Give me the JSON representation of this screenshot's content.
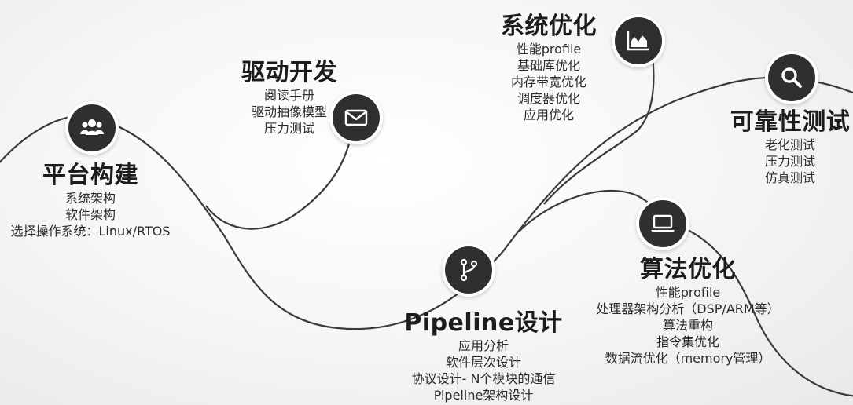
{
  "nodes": [
    {
      "id": "platform",
      "icon": "users-icon",
      "title": "平台构建",
      "items": [
        "系统架构",
        "软件架构",
        "选择操作系统：Linux/RTOS"
      ]
    },
    {
      "id": "driver",
      "icon": "envelope-icon",
      "title": "驱动开发",
      "items": [
        "阅读手册",
        "驱动抽像模型",
        "压力测试"
      ]
    },
    {
      "id": "pipeline",
      "icon": "branch-icon",
      "title": "Pipeline设计",
      "items": [
        "应用分析",
        "软件层次设计",
        "协议设计- N个模块的通信",
        "Pipeline架构设计"
      ]
    },
    {
      "id": "system",
      "icon": "area-chart-icon",
      "title": "系统优化",
      "items": [
        "性能profile",
        "基础库优化",
        "内存带宽优化",
        "调度器优化",
        "应用优化"
      ]
    },
    {
      "id": "algorithm",
      "icon": "laptop-icon",
      "title": "算法优化",
      "items": [
        "性能profile",
        "处理器架构分析（DSP/ARM等）",
        "算法重构",
        "指令集优化",
        "数据流优化（memory管理）"
      ]
    },
    {
      "id": "reliability",
      "icon": "search-icon",
      "title": "可靠性测试",
      "items": [
        "老化测试",
        "压力测试",
        "仿真测试"
      ]
    }
  ]
}
